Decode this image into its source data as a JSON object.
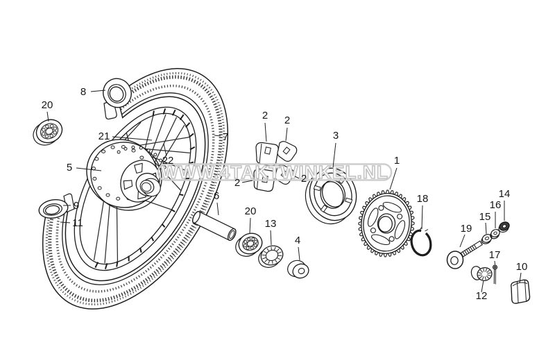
{
  "image": {
    "background": "#ffffff",
    "ink_color": "#1d1d1d"
  },
  "watermark": {
    "text": "WWW.4TAKTWINKEL.NL",
    "border_color": "#cdcdcd",
    "letter_fill": "#ffffff",
    "letter_outline": "#c3c3c3"
  },
  "callouts": {
    "part1": "1",
    "part2": "2",
    "part3": "3",
    "part4": "4",
    "part5": "5",
    "part6": "6",
    "part7": "7",
    "part8": "8",
    "part9": "9",
    "part10": "10",
    "part11": "11",
    "part12": "12",
    "part13": "13",
    "part14": "14",
    "part15": "15",
    "part16": "16",
    "part17": "17",
    "part18": "18",
    "part19": "19",
    "part20": "20",
    "part21": "21",
    "part22": "22"
  }
}
